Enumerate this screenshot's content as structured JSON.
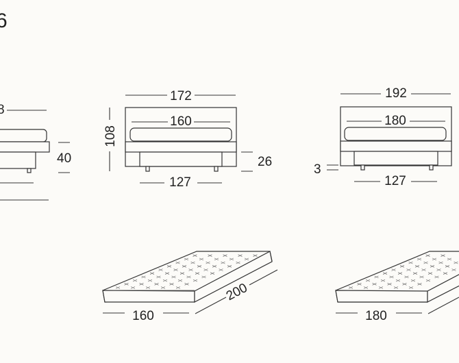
{
  "corner_label": "6",
  "left_bed": {
    "width_top_partial": "8",
    "height_right": "40"
  },
  "bed_160": {
    "overall_width": "172",
    "mattress_width": "160",
    "base_width": "127",
    "overall_height": "108",
    "base_height": "26"
  },
  "bed_180": {
    "overall_width": "192",
    "mattress_width": "180",
    "base_width": "127",
    "feet_height": "3"
  },
  "mattress_160": {
    "width": "160",
    "length": "200"
  },
  "mattress_180": {
    "width": "180"
  }
}
